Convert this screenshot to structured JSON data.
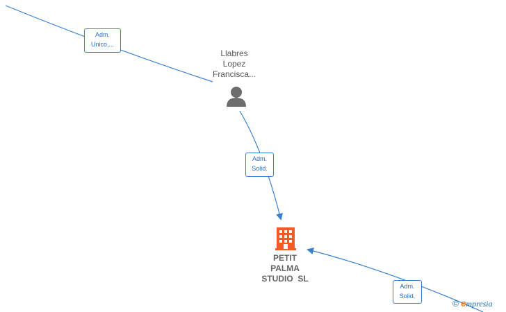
{
  "nodes": {
    "person": {
      "name_lines": [
        "Llabres",
        "Lopez",
        "Francisca..."
      ],
      "icon": "person-icon"
    },
    "company": {
      "name_lines": [
        "PETIT",
        "PALMA",
        "STUDIO  SL"
      ],
      "icon": "building-icon",
      "color": "#f15a24"
    }
  },
  "edges": [
    {
      "label_lines": [
        "Adm.",
        "Unico,..."
      ]
    },
    {
      "label_lines": [
        "Adm.",
        "Solid."
      ]
    },
    {
      "label_lines": [
        "Adm.",
        "Solid."
      ]
    }
  ],
  "colors": {
    "edge": "#3b7fd1",
    "person_icon": "#6d6d6d"
  },
  "watermark": {
    "copyright": "©",
    "brand_initial": "e",
    "brand_rest": "mpresia"
  }
}
